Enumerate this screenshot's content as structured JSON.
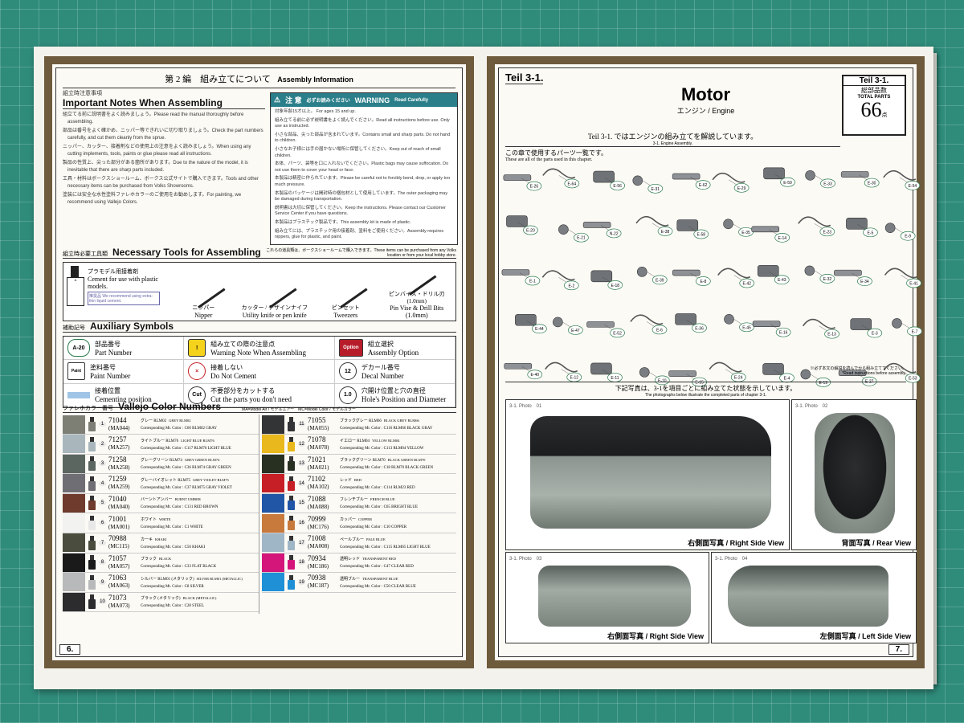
{
  "left": {
    "header_jp": "第 2 編　組み立てについて",
    "header_en": "Assembly Information",
    "notes_jp": "組立時注意事項",
    "notes_title": "Important Notes When Assembling",
    "notes": [
      "組立てる前に説明書をよく読みましょう。Please read the manual thoroughly before assembling.",
      "部品は番号をよく確かめ、ニッパー等できれいに切り取りましょう。Check the part numbers carefully, and cut them cleanly from the sprue.",
      "ニッパー、カッター、接着剤などの使用上の注意をよく読みましょう。When using any cutting implements, tools, paints or glue please read all instructions.",
      "製品の性質上、尖った部分がある箇所があります。Due to the nature of the model, it is inevitable that there are sharp parts included.",
      "工具・材料はボークスショールーム、ボークス公式サイトで購入できます。Tools and other necessary items can be purchased from Volks Showrooms.",
      "塗装には安全な水性塗料ファレホカラーのご使用をお勧めします。For painting, we recommend using Vallejo Colors."
    ],
    "warning_jp": "注 意",
    "warning_jp2": "必ずお読みください",
    "warning_en": "WARNING",
    "warning_en2": "Read Carefully",
    "warnings": [
      "対象年齢15才以上。 For ages 15 and up.",
      "組み立てる前に必ず説明書をよく読んでください。Read all instructions before use. Only use as instructed.",
      "小さな部品、尖った部品が含まれています。Contains small and sharp parts. Do not hand to children.",
      "小さなお子様には手の届かない場所に保管してください。Keep out of reach of small children.",
      "本体、パーツ、袋等を口に入れないでください。Plastic bags may cause suffocation. Do not use them to cover your head or face.",
      "本製品は精密に作られています。Please be careful not to forcibly bend, drop, or apply too much pressure.",
      "本製品のパッケージは開封時の梱包材として使用しています。The outer packaging may be damaged during transportation.",
      "説明書は大切に保管してください。Keep the instructions. Please contact our Customer Service Center if you have questions.",
      "本製品はプラスチック製品です。This assembly kit is made of plastic.",
      "組み立てには、プラスチック用の接着剤、塗料をご使用ください。Assembly requires nippers, glue for plastic, and paint."
    ],
    "tools_jp": "組立時必要工具類",
    "tools_title": "Necessary Tools for Assembling",
    "tools_note": "これらの道具類は、ボークスショールームで購入できます。These items can be purchased from any Volks location or from your local hobby store.",
    "cement_jp": "プラモデル用接着剤",
    "cement_en": "Cement for use with plastic models.",
    "cement_tag": "推奨品",
    "cement_note": "We recommend using extra-thin liquid cement.",
    "tools": [
      {
        "jp": "ニッパー",
        "en": "Nipper"
      },
      {
        "jp": "カッター / デザインナイフ",
        "en": "Utility knife or pen knife"
      },
      {
        "jp": "ピンセット",
        "en": "Tweezers"
      },
      {
        "jp": "ピンバイス・ドリル刃(1.0mm)",
        "en": "Pin Vise & Drill Bits (1.0mm)"
      }
    ],
    "aux_jp": "補助記号",
    "aux_title": "Auxiliary Symbols",
    "symbols": [
      {
        "icon": "A-20",
        "jp": "部品番号",
        "en": "Part Number"
      },
      {
        "icon": "!",
        "jp": "組み立ての際の注意点",
        "en": "Warning Note When Assembling"
      },
      {
        "icon": "Option",
        "jp": "組立選択",
        "en": "Assembly Option"
      },
      {
        "icon": "Paint",
        "jp": "塗料番号",
        "en": "Paint Number"
      },
      {
        "icon": "×",
        "jp": "接着しない",
        "en": "Do Not Cement"
      },
      {
        "icon": "12",
        "jp": "デカール番号",
        "en": "Decal Number"
      },
      {
        "icon": "",
        "jp": "接着位置",
        "en": "Cementing position"
      },
      {
        "icon": "Cut",
        "jp": "不要部分をカットする",
        "en": "Cut the parts you don't need"
      },
      {
        "icon": "1.0",
        "jp": "穴開け位置と穴の直径",
        "en": "Hole's Position and Diameter"
      }
    ],
    "vallejo_jp": "ファレホカラー番号",
    "vallejo_title": "Vallejo Color Numbers",
    "vallejo_note": "MA=Model Air / モデルエアー　MC=Model Color / モデルカラー",
    "colors_left": [
      {
        "n": "1",
        "code": "71044",
        "sub": "(MA044)",
        "name": "グレー RLM02",
        "en": "GREY RLM02",
        "corr": "Corresponding Mr. Color : C60 RLM02 GRAY",
        "sw": "#7d7f75",
        "bc": "#7d7f75"
      },
      {
        "n": "2",
        "code": "71257",
        "sub": "(MA257)",
        "name": "ライトブルー RLM76",
        "en": "LIGHT BLUE RLM76",
        "corr": "Corresponding Mr. Color : C117 RLM76 LIGHT BLUE",
        "sw": "#a9b7bd",
        "bc": "#a9b7bd"
      },
      {
        "n": "3",
        "code": "71258",
        "sub": "(MA258)",
        "name": "グレーグリーン RLM74",
        "en": "GREY GREEN RLM74",
        "corr": "Corresponding Mr. Color : C36 RLM74 GRAY GREEN",
        "sw": "#5b6660",
        "bc": "#5b6660"
      },
      {
        "n": "4",
        "code": "71259",
        "sub": "(MA259)",
        "name": "グレーバイオレット RLM75",
        "en": "GREY VIOLET RLM75",
        "corr": "Corresponding Mr. Color : C37 RLM75 GRAY VIOLET",
        "sw": "#6f6e74",
        "bc": "#6f6e74"
      },
      {
        "n": "5",
        "code": "71040",
        "sub": "(MA040)",
        "name": "バーントアンバー",
        "en": "BURNT UMBER",
        "corr": "Corresponding Mr. Color : C131 RED BROWN",
        "sw": "#6e3b2c",
        "bc": "#6e3b2c"
      },
      {
        "n": "6",
        "code": "71001",
        "sub": "(MA001)",
        "name": "ホワイト",
        "en": "WHITE",
        "corr": "Corresponding Mr. Color : C1 WHITE",
        "sw": "#f2f2f0",
        "bc": "#e8e8e8"
      },
      {
        "n": "7",
        "code": "70988",
        "sub": "(MC115)",
        "name": "カーキ",
        "en": "KHAKI",
        "corr": "Corresponding Mr. Color : C50 KHAKI",
        "sw": "#4a4c3e",
        "bc": "#4a4c3e"
      },
      {
        "n": "8",
        "code": "71057",
        "sub": "(MA057)",
        "name": "ブラック",
        "en": "BLACK",
        "corr": "Corresponding Mr. Color : C33 FLAT BLACK",
        "sw": "#1a1a1a",
        "bc": "#1a1a1a"
      },
      {
        "n": "9",
        "code": "71063",
        "sub": "(MA063)",
        "name": "シルバー RLM01 (メタリック)",
        "en": "SILVER RLM01 (METALLIC)",
        "corr": "Corresponding Mr. Color : C8 SILVER",
        "sw": "#b7b9ba",
        "bc": "#b7b9ba"
      },
      {
        "n": "10",
        "code": "71073",
        "sub": "(MA073)",
        "name": "ブラック (メタリック)",
        "en": "BLACK (METALLIC)",
        "corr": "Corresponding Mr. Color : C28 STEEL",
        "sw": "#2c2c2e",
        "bc": "#2c2c2e"
      }
    ],
    "colors_right": [
      {
        "n": "11",
        "code": "71055",
        "sub": "(MA055)",
        "name": "ブラックグレー RLM66",
        "en": "BLACK GREY RLM66",
        "corr": "Corresponding Mr. Color : C116 RLM66 BLACK GRAY",
        "sw": "#333436",
        "bc": "#333436"
      },
      {
        "n": "12",
        "code": "71078",
        "sub": "(MA078)",
        "name": "イエロー RLM04",
        "en": "YELLOW RLM04",
        "corr": "Corresponding Mr. Color : C113 RLM04 YELLOW",
        "sw": "#e9b81c",
        "bc": "#e9b81c"
      },
      {
        "n": "13",
        "code": "71021",
        "sub": "(MA021)",
        "name": "ブラックグリーン RLM70",
        "en": "BLACK GREEN RLM70",
        "corr": "Corresponding Mr. Color : C18 RLM70 BLACK GREEN",
        "sw": "#283022",
        "bc": "#283022"
      },
      {
        "n": "14",
        "code": "71102",
        "sub": "(MA102)",
        "name": "レッド",
        "en": "RED",
        "corr": "Corresponding Mr. Color : C114 RLM23 RED",
        "sw": "#c62026",
        "bc": "#c62026"
      },
      {
        "n": "15",
        "code": "71088",
        "sub": "(MA088)",
        "name": "フレンチブルー",
        "en": "FRENCH BLUE",
        "corr": "Corresponding Mr. Color : C65 BRIGHT BLUE",
        "sw": "#2156a6",
        "bc": "#2156a6"
      },
      {
        "n": "16",
        "code": "70999",
        "sub": "(MC176)",
        "name": "カッパー",
        "en": "COPPER",
        "corr": "Corresponding Mr. Color : C10 COPPER",
        "sw": "#c77a3c",
        "bc": "#c77a3c"
      },
      {
        "n": "17",
        "code": "71008",
        "sub": "(MA008)",
        "name": "ペールブルー",
        "en": "PALE BLUE",
        "corr": "Corresponding Mr. Color : C115 RLM65 LIGHT BLUE",
        "sw": "#9fb6c6",
        "bc": "#9fb6c6"
      },
      {
        "n": "18",
        "code": "70934",
        "sub": "(MC186)",
        "name": "透明レッド",
        "en": "TRANSPARENT RED",
        "corr": "Corresponding Mr. Color : C47 CLEAR RED",
        "sw": "#d4157a",
        "bc": "#d4157a"
      },
      {
        "n": "19",
        "code": "70938",
        "sub": "(MC187)",
        "name": "透明ブルー",
        "en": "TRANSPARENT BLUE",
        "corr": "Corresponding Mr. Color : C50 CLEAR BLUE",
        "sw": "#1f8fd6",
        "bc": "#1f8fd6"
      }
    ],
    "page_no": "6."
  },
  "right": {
    "teil": "Teil 3-1.",
    "title": "Motor",
    "subtitle_jp": "エンジン",
    "subtitle_en": "Engine",
    "box_teil": "Teil 3-1.",
    "box_jp": "総部品数",
    "box_en": "TOTAL PARTS",
    "box_count": "66",
    "box_unit": "点",
    "intro_jp": "Teil 3-1. ではエンジンの組み立てを解説しています。",
    "intro_en": "3-1. Engine Assembly.",
    "parts_jp": "この章で使用するパーツ一覧です。",
    "parts_en": "These are all of the parts used in this chapter.",
    "parts_note_jp": "※必ず本文の解説を読んでから組み立ててください。",
    "parts_note_en": "*Read instructions before assembly.",
    "photos_jp": "下記写真は、3-1を項目ごとに組み立てた状態を示しています。",
    "photos_en": "The photographs below illustrate the completed parts of chapter 3-1.",
    "part_labels": [
      "E-26",
      "E-64",
      "E-56",
      "E-31",
      "E-62",
      "E-29",
      "E-59",
      "E-33",
      "E-30",
      "E-54",
      "E-20",
      "E-21",
      "N-22",
      "E-38",
      "E-58",
      "E-35",
      "E-14",
      "E-23",
      "E-5",
      "E-9",
      "E-1",
      "E-2",
      "E-18",
      "E-39",
      "E-8",
      "E-42",
      "E-43",
      "E-32",
      "E-34",
      "E-41",
      "E-44",
      "E-47",
      "E-52",
      "E-6",
      "E-36",
      "E-45",
      "E-16",
      "E-13",
      "E-3",
      "E-7",
      "E-40",
      "E-12",
      "E-11",
      "E-10",
      "E-15",
      "E-24",
      "E-4",
      "E-19",
      "E-27",
      "E-53"
    ],
    "photos": [
      {
        "label": "3-1. Photo　01",
        "jp": "右側面写真",
        "en": "Right Side View"
      },
      {
        "label": "3-1. Photo　02",
        "jp": "背面写真",
        "en": "Rear View"
      },
      {
        "label": "3-1. Photo　03",
        "jp": "右側面写真",
        "en": "Right Side View"
      },
      {
        "label": "3-1. Photo　04",
        "jp": "左側面写真",
        "en": "Left Side View"
      }
    ],
    "page_no": "7."
  }
}
